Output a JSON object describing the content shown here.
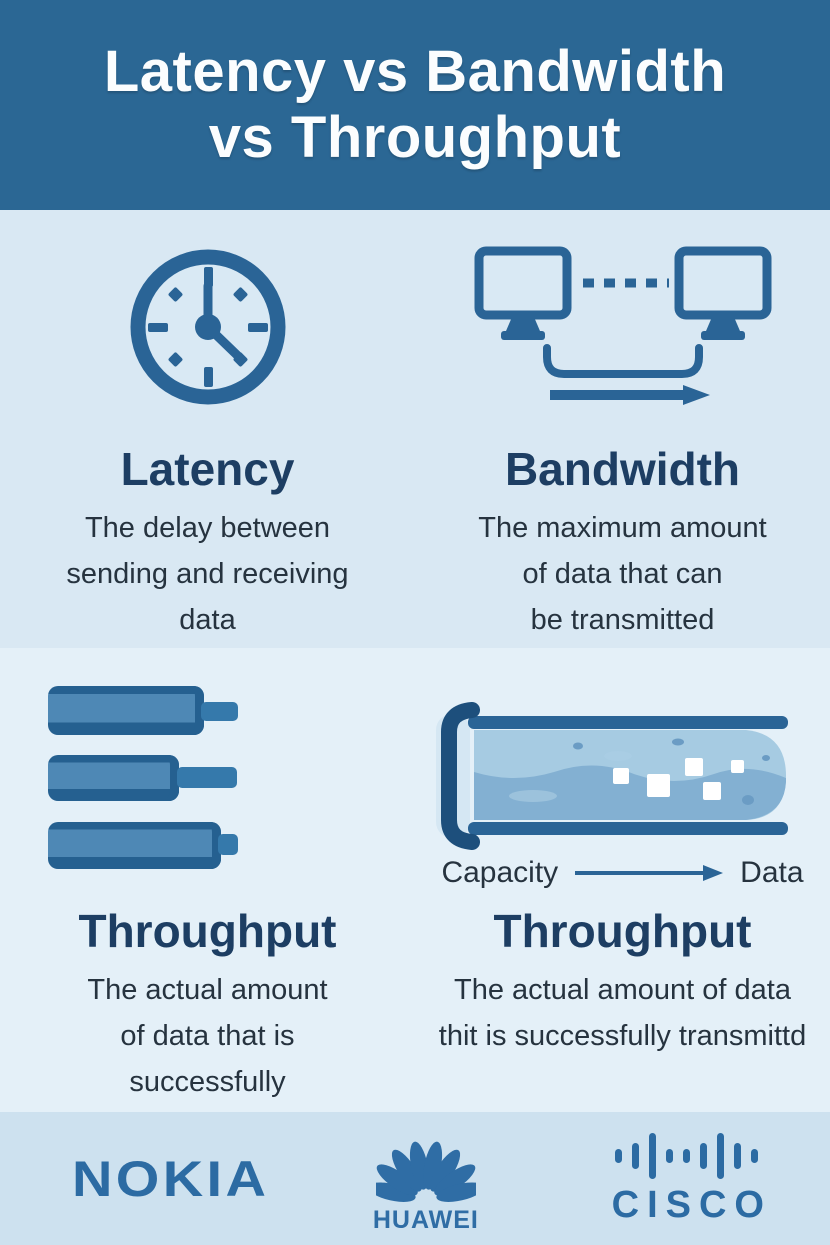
{
  "colors": {
    "header_bg": "#2b6794",
    "section_top_bg": "#d9e8f3",
    "section_bottom_bg": "#e4f0f8",
    "footer_bg": "#cde1ef",
    "icon_blue": "#2a6496",
    "icon_blue_dark": "#1d4f7c",
    "heading_navy": "#1d3e63",
    "body_text": "#26333f",
    "logo_blue": "#2c6ba3"
  },
  "header": {
    "title_line1": "Latency vs Bandwidth",
    "title_line2": "vs Throughput"
  },
  "cards": {
    "latency": {
      "heading": "Latency",
      "desc_lines": [
        "The delay between",
        "sending and receiving",
        "data"
      ]
    },
    "bandwidth": {
      "heading": "Bandwidth",
      "desc_lines": [
        "The maximum amount",
        "of data that can",
        "be transmitted"
      ]
    },
    "throughput_bars": {
      "heading": "Throughput",
      "desc_lines": [
        "The actual amount",
        "of data that is",
        "successfully"
      ]
    },
    "throughput_pipe": {
      "heading": "Throughput",
      "caption_left": "Capacity",
      "caption_right": "Data",
      "desc_lines": [
        "The actual amount of data",
        "thit is successfully transmittd"
      ]
    }
  },
  "footer": {
    "nokia_label": "NOKIA",
    "huawei_label": "HUAWEI",
    "cisco_label": "CISCO"
  }
}
